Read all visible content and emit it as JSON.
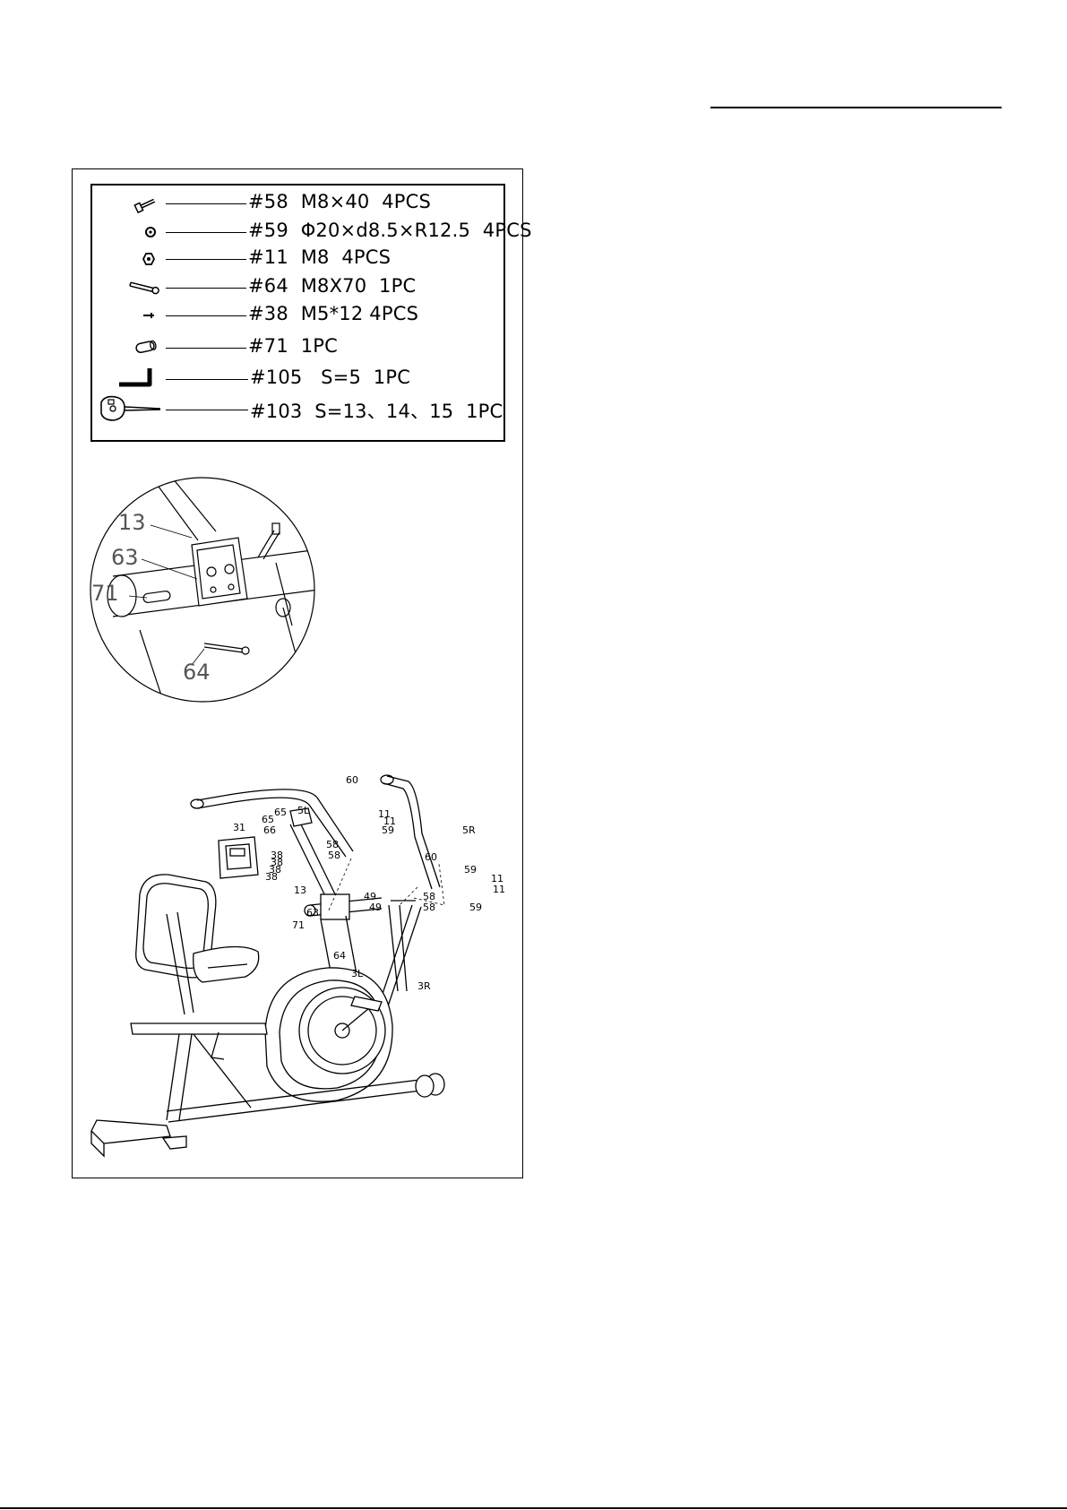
{
  "parts": [
    {
      "number": "#58",
      "spec": "M8×40",
      "qty": "4PCS",
      "icon": "bolt-icon"
    },
    {
      "number": "#59",
      "spec": "Φ20×d8.5×R12.5",
      "qty": "4PCS",
      "icon": "curved-washer-icon"
    },
    {
      "number": "#11",
      "spec": "M8",
      "qty": "4PCS",
      "icon": "nut-icon"
    },
    {
      "number": "#64",
      "spec": "M8X70",
      "qty": "1PC",
      "icon": "long-bolt-icon"
    },
    {
      "number": "#38",
      "spec": "M5*12",
      "qty": "4PCS",
      "icon": "screw-icon"
    },
    {
      "number": "#71",
      "spec": "",
      "qty": "1PC",
      "icon": "pin-icon"
    },
    {
      "number": "#105",
      "spec": "S=5",
      "qty": "1PC",
      "icon": "allen-key-icon"
    },
    {
      "number": "#103",
      "spec": "S=13、14、15",
      "qty": "1PC",
      "icon": "wrench-icon"
    }
  ],
  "detail_callouts": {
    "c13": "13",
    "c63": "63",
    "c71": "71",
    "c64": "64"
  },
  "exploded_callouts": {
    "c60a": "60",
    "c65": "65",
    "c5L": "5L",
    "c11a": "11",
    "c11b": "11",
    "c66": "66",
    "c59a": "59",
    "c31": "31",
    "c58a": "58",
    "c58b": "58",
    "c38a": "38",
    "c38b": "38",
    "c38c": "38",
    "c38d": "38",
    "c13": "13",
    "c5R": "5R",
    "c60b": "60",
    "c59b": "59",
    "c11c": "11",
    "c11d": "11",
    "c58c": "58",
    "c58d": "58",
    "c59c": "59",
    "c49a": "49",
    "c49b": "49",
    "c63": "63",
    "c71": "71",
    "c64": "64",
    "c3L": "3L",
    "c3R": "3R"
  }
}
